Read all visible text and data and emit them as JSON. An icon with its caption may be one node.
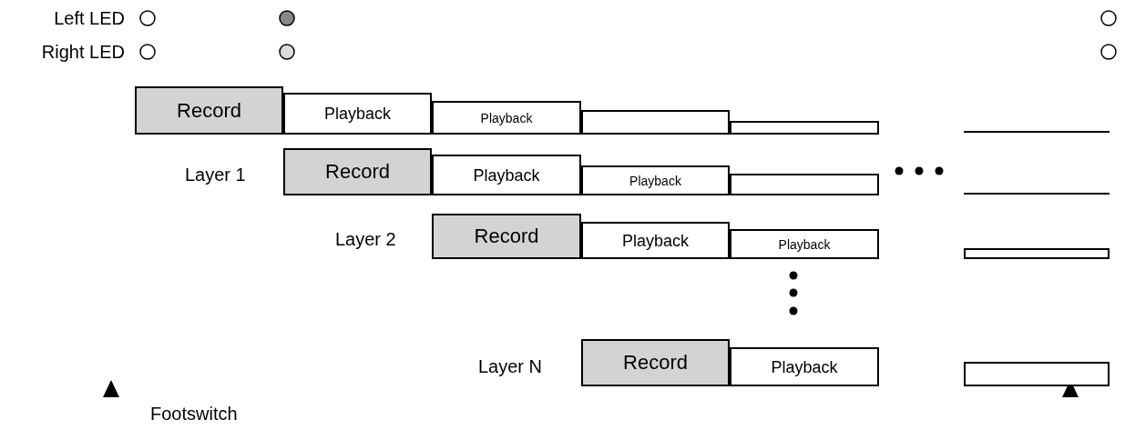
{
  "diagram": {
    "nodes": [
      {
        "text": [
          "Record"
        ]
      },
      {
        "text": [
          "Playback"
        ]
      },
      {
        "text": [
          "Playback"
        ]
      },
      {
        "text": [],
        "shape": "box"
      },
      {
        "text": [],
        "shape": "box"
      },
      {
        "text": [],
        "shape": "box"
      },
      {
        "text": [
          "Record"
        ]
      },
      {
        "text": [
          "Playback"
        ]
      },
      {
        "text": [
          "Playback"
        ]
      },
      {
        "text": [],
        "shape": "box"
      },
      {
        "text": [],
        "shape": "box"
      },
      {
        "text": [
          "Record"
        ]
      },
      {
        "text": [
          "Playback"
        ]
      },
      {
        "text": [
          "Playback"
        ]
      },
      {
        "text": [],
        "shape": "box"
      },
      {
        "text": [
          "Record"
        ]
      },
      {
        "text": [
          "Playback"
        ]
      },
      {
        "text": [],
        "shape": "box"
      }
    ],
    "labels": [
      "Left LED",
      "Right LED",
      "Layer 1",
      "Layer 2",
      "Layer N",
      "Footswitch"
    ]
  }
}
